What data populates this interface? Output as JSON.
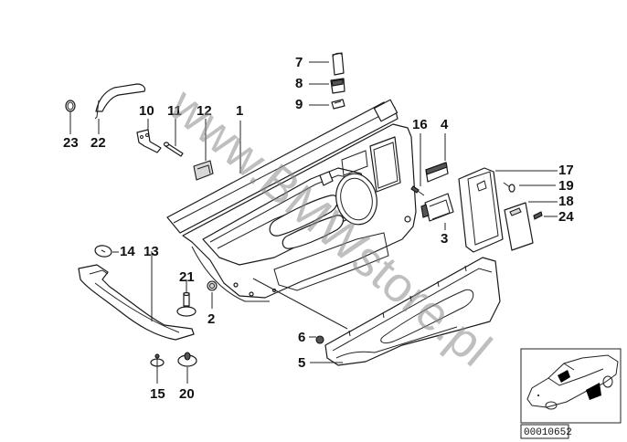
{
  "diagram": {
    "type": "exploded-parts-diagram",
    "subject": "Rear door trim panel",
    "watermark": "www.BMWstore.pl",
    "reference_number": "00010652",
    "colors": {
      "line": "#1a1a1a",
      "watermark": "#8a8a8a",
      "background": "#ffffff",
      "locator_fill": "#000000"
    },
    "callouts": [
      {
        "id": "1",
        "label": "1"
      },
      {
        "id": "2",
        "label": "2"
      },
      {
        "id": "3",
        "label": "3"
      },
      {
        "id": "4",
        "label": "4"
      },
      {
        "id": "5",
        "label": "5"
      },
      {
        "id": "6",
        "label": "6"
      },
      {
        "id": "7",
        "label": "7"
      },
      {
        "id": "8",
        "label": "8"
      },
      {
        "id": "9",
        "label": "9"
      },
      {
        "id": "10",
        "label": "10"
      },
      {
        "id": "11",
        "label": "11"
      },
      {
        "id": "12",
        "label": "12"
      },
      {
        "id": "13",
        "label": "13"
      },
      {
        "id": "14",
        "label": "14"
      },
      {
        "id": "15",
        "label": "15"
      },
      {
        "id": "16",
        "label": "16"
      },
      {
        "id": "17",
        "label": "17"
      },
      {
        "id": "18",
        "label": "18"
      },
      {
        "id": "19",
        "label": "19"
      },
      {
        "id": "20",
        "label": "20"
      },
      {
        "id": "21",
        "label": "21"
      },
      {
        "id": "22",
        "label": "22"
      },
      {
        "id": "23",
        "label": "23"
      },
      {
        "id": "24",
        "label": "24"
      }
    ],
    "locator": {
      "description": "Car silhouette with highlighted rear door areas",
      "icon": "car-locator-icon"
    }
  }
}
